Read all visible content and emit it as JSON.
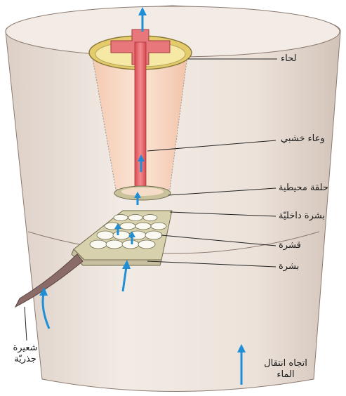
{
  "labels": {
    "phloem": "لحاء",
    "xylem": "وعاء خشبي",
    "pericycle": "حلقة محيطية",
    "endodermis": "بشرة داخليّة",
    "cortex": "قشرة",
    "epidermis": "بشرة",
    "root_hair_line1": "شعيرة",
    "root_hair_line2": "جذريّة",
    "legend_line1": "اتجاه انتقال",
    "legend_line2": "الماء"
  },
  "colors": {
    "root_body": "#efe6df",
    "root_shade": "#d9cbc1",
    "stele_inner": "#f8d9c6",
    "xylem_red": "#e85a5f",
    "phloem_yellow": "#f6e9a6",
    "cell_ring": "#c9c29a",
    "arrow_blue": "#1e8fd6",
    "leader": "#222222"
  }
}
